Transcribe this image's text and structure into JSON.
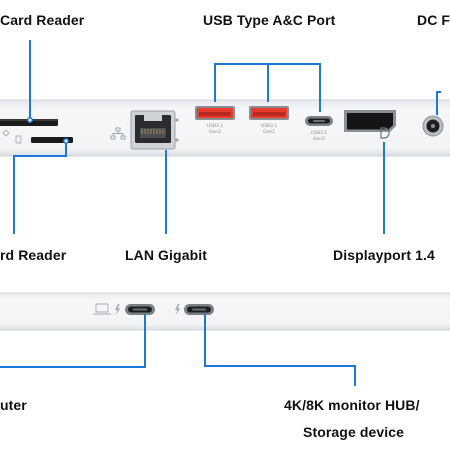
{
  "labels": {
    "card_reader_top": "Card Reader",
    "usb_type_ac": "USB Type A&C Port",
    "dc_port": "DC F",
    "card_reader_bottom": "rd Reader",
    "lan": "LAN Gigabit",
    "displayport": "Displayport 1.4",
    "computer": "uter",
    "monitor_line1": "4K/8K monitor HUB/",
    "monitor_line2": "Storage device"
  },
  "port_texts": {
    "usb1": [
      "USB3.1",
      "Gen2"
    ],
    "usb2": [
      "USB3.1",
      "Gen2"
    ],
    "usbc": [
      "USB3.1",
      "Gen2"
    ]
  },
  "icons": [
    "sd-card-icon",
    "microsd-card-icon",
    "network-icon",
    "usb-a-port-icon",
    "usb-c-port-icon",
    "displayport-port-icon",
    "displayport-logo-icon",
    "dc-power-jack-icon",
    "laptop-icon",
    "thunderbolt-icon"
  ],
  "colors": {
    "callout_line": "#1f78d8",
    "usb_port_red": "#e83b2e",
    "device_panel": "#f2f3f5",
    "device_edge": "#d2d5da"
  }
}
